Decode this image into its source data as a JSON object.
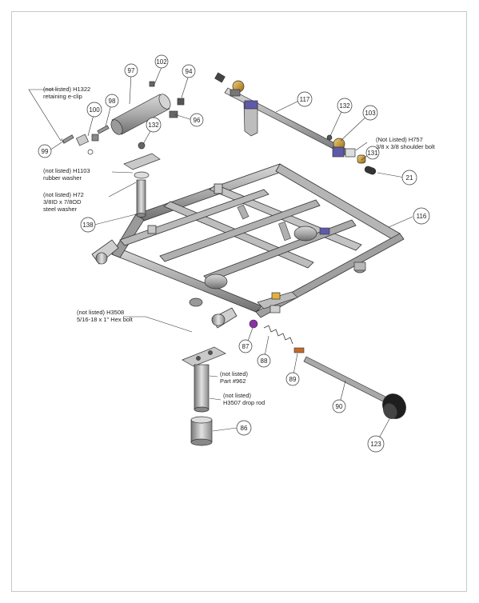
{
  "notes": {
    "h1322": [
      "(not listed)   H1322",
      "retaining e-clip"
    ],
    "h1103": [
      "(not listed)   H1103",
      "rubber washer"
    ],
    "h72": [
      "(not listed)   H72",
      "3/8ID  x  7/8OD",
      "steel washer"
    ],
    "h757": [
      "(Not Listed)    H757",
      "3/8  x  3/8 shoulder bolt"
    ],
    "h3508": [
      "(not listed)       H3508",
      "5/16-18  x  1\" Hex bolt"
    ],
    "p962": [
      "(not listed)",
      "Part #962"
    ],
    "h3507": [
      "(not listed)",
      "H3507 drop rod"
    ]
  },
  "bubbles": {
    "b102": "102",
    "b97": "97",
    "b94": "94",
    "b98": "98",
    "b100": "100",
    "b96": "96",
    "b99": "99",
    "b132a": "132",
    "b138": "138",
    "b117": "117",
    "b132b": "132",
    "b103": "103",
    "b131": "131",
    "b21": "21",
    "b116": "116",
    "b87": "87",
    "b88": "88",
    "b89": "89",
    "b90": "90",
    "b86": "86",
    "b123": "123"
  }
}
